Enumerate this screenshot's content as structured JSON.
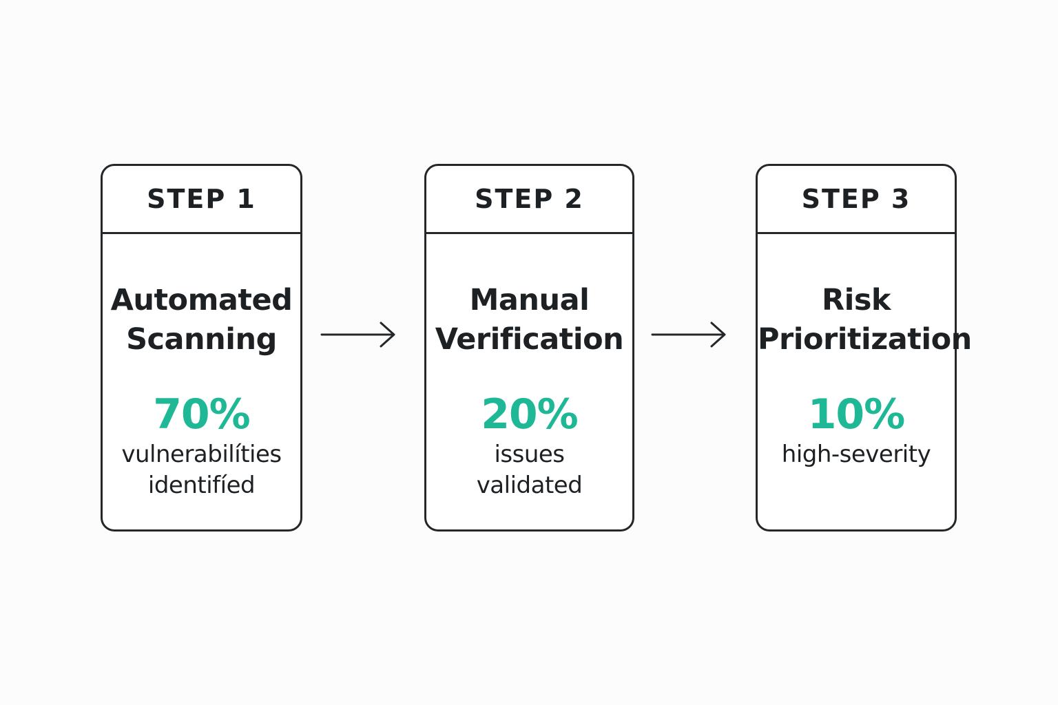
{
  "colors": {
    "accent": "#1fb897",
    "stroke": "#23272a",
    "text": "#1d2124",
    "background": "#fcfcfc"
  },
  "steps": [
    {
      "label": "STEP 1",
      "title_lines": [
        "Automated",
        "Scanning"
      ],
      "percent": "70%",
      "caption_lines": [
        "vulnerabilíties",
        "identifíed"
      ]
    },
    {
      "label": "STEP 2",
      "title_lines": [
        "Manual",
        "Verification"
      ],
      "percent": "20%",
      "caption_lines": [
        "issues",
        "validated"
      ]
    },
    {
      "label": "STEP 3",
      "title_lines": [
        "Risk",
        "Prioritization"
      ],
      "percent": "10%",
      "caption_lines": [
        "high-severity"
      ]
    }
  ],
  "arrows": [
    {
      "icon": "arrow-right-icon"
    },
    {
      "icon": "arrow-right-icon"
    }
  ]
}
